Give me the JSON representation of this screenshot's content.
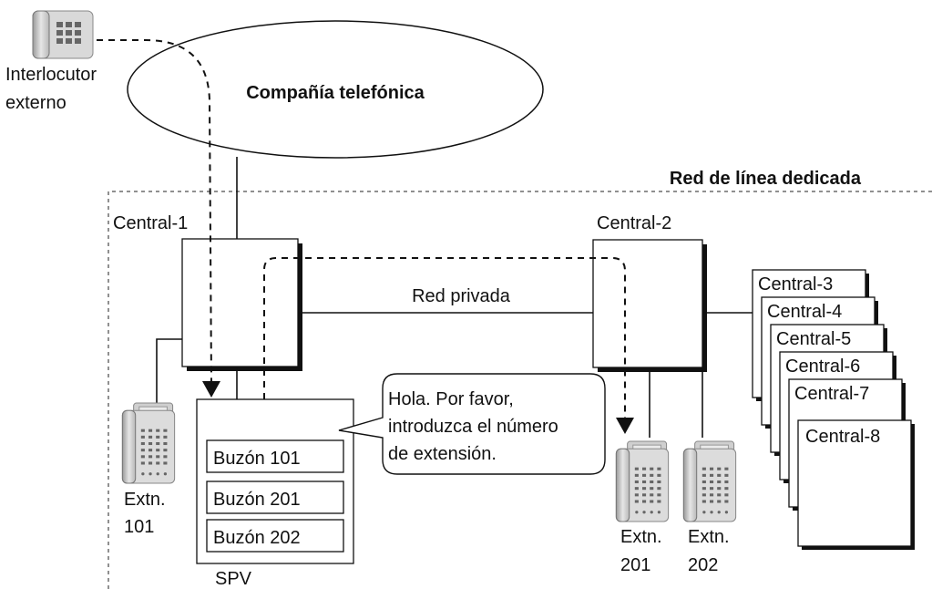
{
  "external_caller": {
    "line1": "Interlocutor",
    "line2": "externo"
  },
  "phone_company": "Compañía telefónica",
  "network_title": "Red de línea dedicada",
  "central_1": "Central-1",
  "central_2": "Central-2",
  "private_network": "Red privada",
  "stack_centrals": [
    "Central-3",
    "Central-4",
    "Central-5",
    "Central-6",
    "Central-7",
    "Central-8"
  ],
  "speech_bubble": {
    "line1": "Hola. Por favor,",
    "line2": "introduzca el número",
    "line3": "de extensión."
  },
  "mailboxes": [
    "Buzón 101",
    "Buzón 201",
    "Buzón 202"
  ],
  "vm_label": "SPV",
  "extensions": {
    "ext101": {
      "line1": "Extn.",
      "line2": "101"
    },
    "ext201": {
      "line1": "Extn.",
      "line2": "201"
    },
    "ext202": {
      "line1": "Extn.",
      "line2": "202"
    }
  },
  "icons": [
    "telephone-icon",
    "desk-phone-icon"
  ],
  "colors": {
    "line": "#111111",
    "background": "#ffffff",
    "phone_body": "#d8d8d8"
  }
}
